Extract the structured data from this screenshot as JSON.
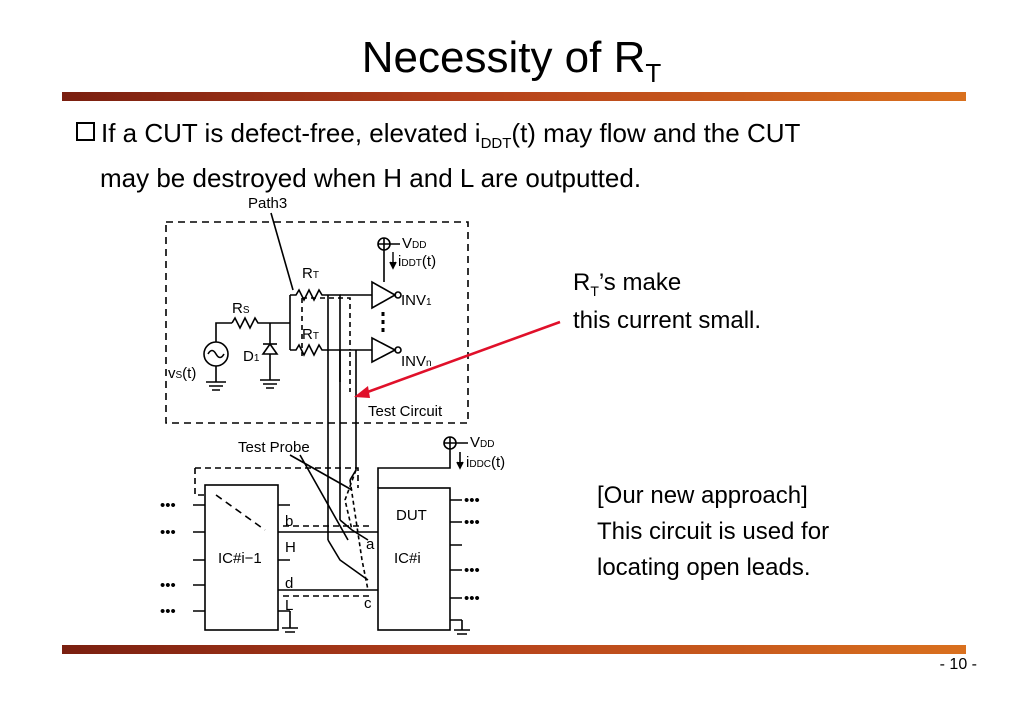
{
  "slide": {
    "title_main": "Necessity of R",
    "title_sub": "T",
    "bullet": {
      "text_part1": "If a CUT is defect-free, elevated i",
      "text_sub": "DDT",
      "text_part2": "(t) may flow and the CUT",
      "line2": "may be destroyed when H and L are outputted."
    },
    "annotation": {
      "part1": "R",
      "sub": "T",
      "part2": "’s make",
      "line2": "this current small."
    },
    "approach": {
      "heading": "[Our new approach]",
      "line1": "This circuit is used for",
      "line2": "locating open leads."
    },
    "page_number": "- 10 -"
  },
  "circuit": {
    "labels": {
      "path3": "Path3",
      "rt": "R",
      "rt_sub": "T",
      "rs": "R",
      "rs_sub": "S",
      "vdd": "V",
      "vdd_sub": "DD",
      "iddt": "i",
      "iddt_sub": "DDT",
      "t_paren": "(t)",
      "inv1": "INV",
      "inv1_sub": "1",
      "invn": "INV",
      "invn_sub": "n",
      "d1": "D",
      "d1_sub": "1",
      "vs": "v",
      "vs_sub": "S",
      "test_circuit": "Test Circuit",
      "test_probe": "Test Probe",
      "iddc": "i",
      "iddc_sub": "DDC",
      "ic_prev": "IC#i−1",
      "dut": "DUT",
      "ic_i": "IC#i",
      "pin_b": "b",
      "pin_H": "H",
      "pin_d": "d",
      "pin_L": "L",
      "pin_a": "a",
      "pin_c": "c",
      "dots": "•••"
    },
    "arrow_color": "#e0102a"
  }
}
